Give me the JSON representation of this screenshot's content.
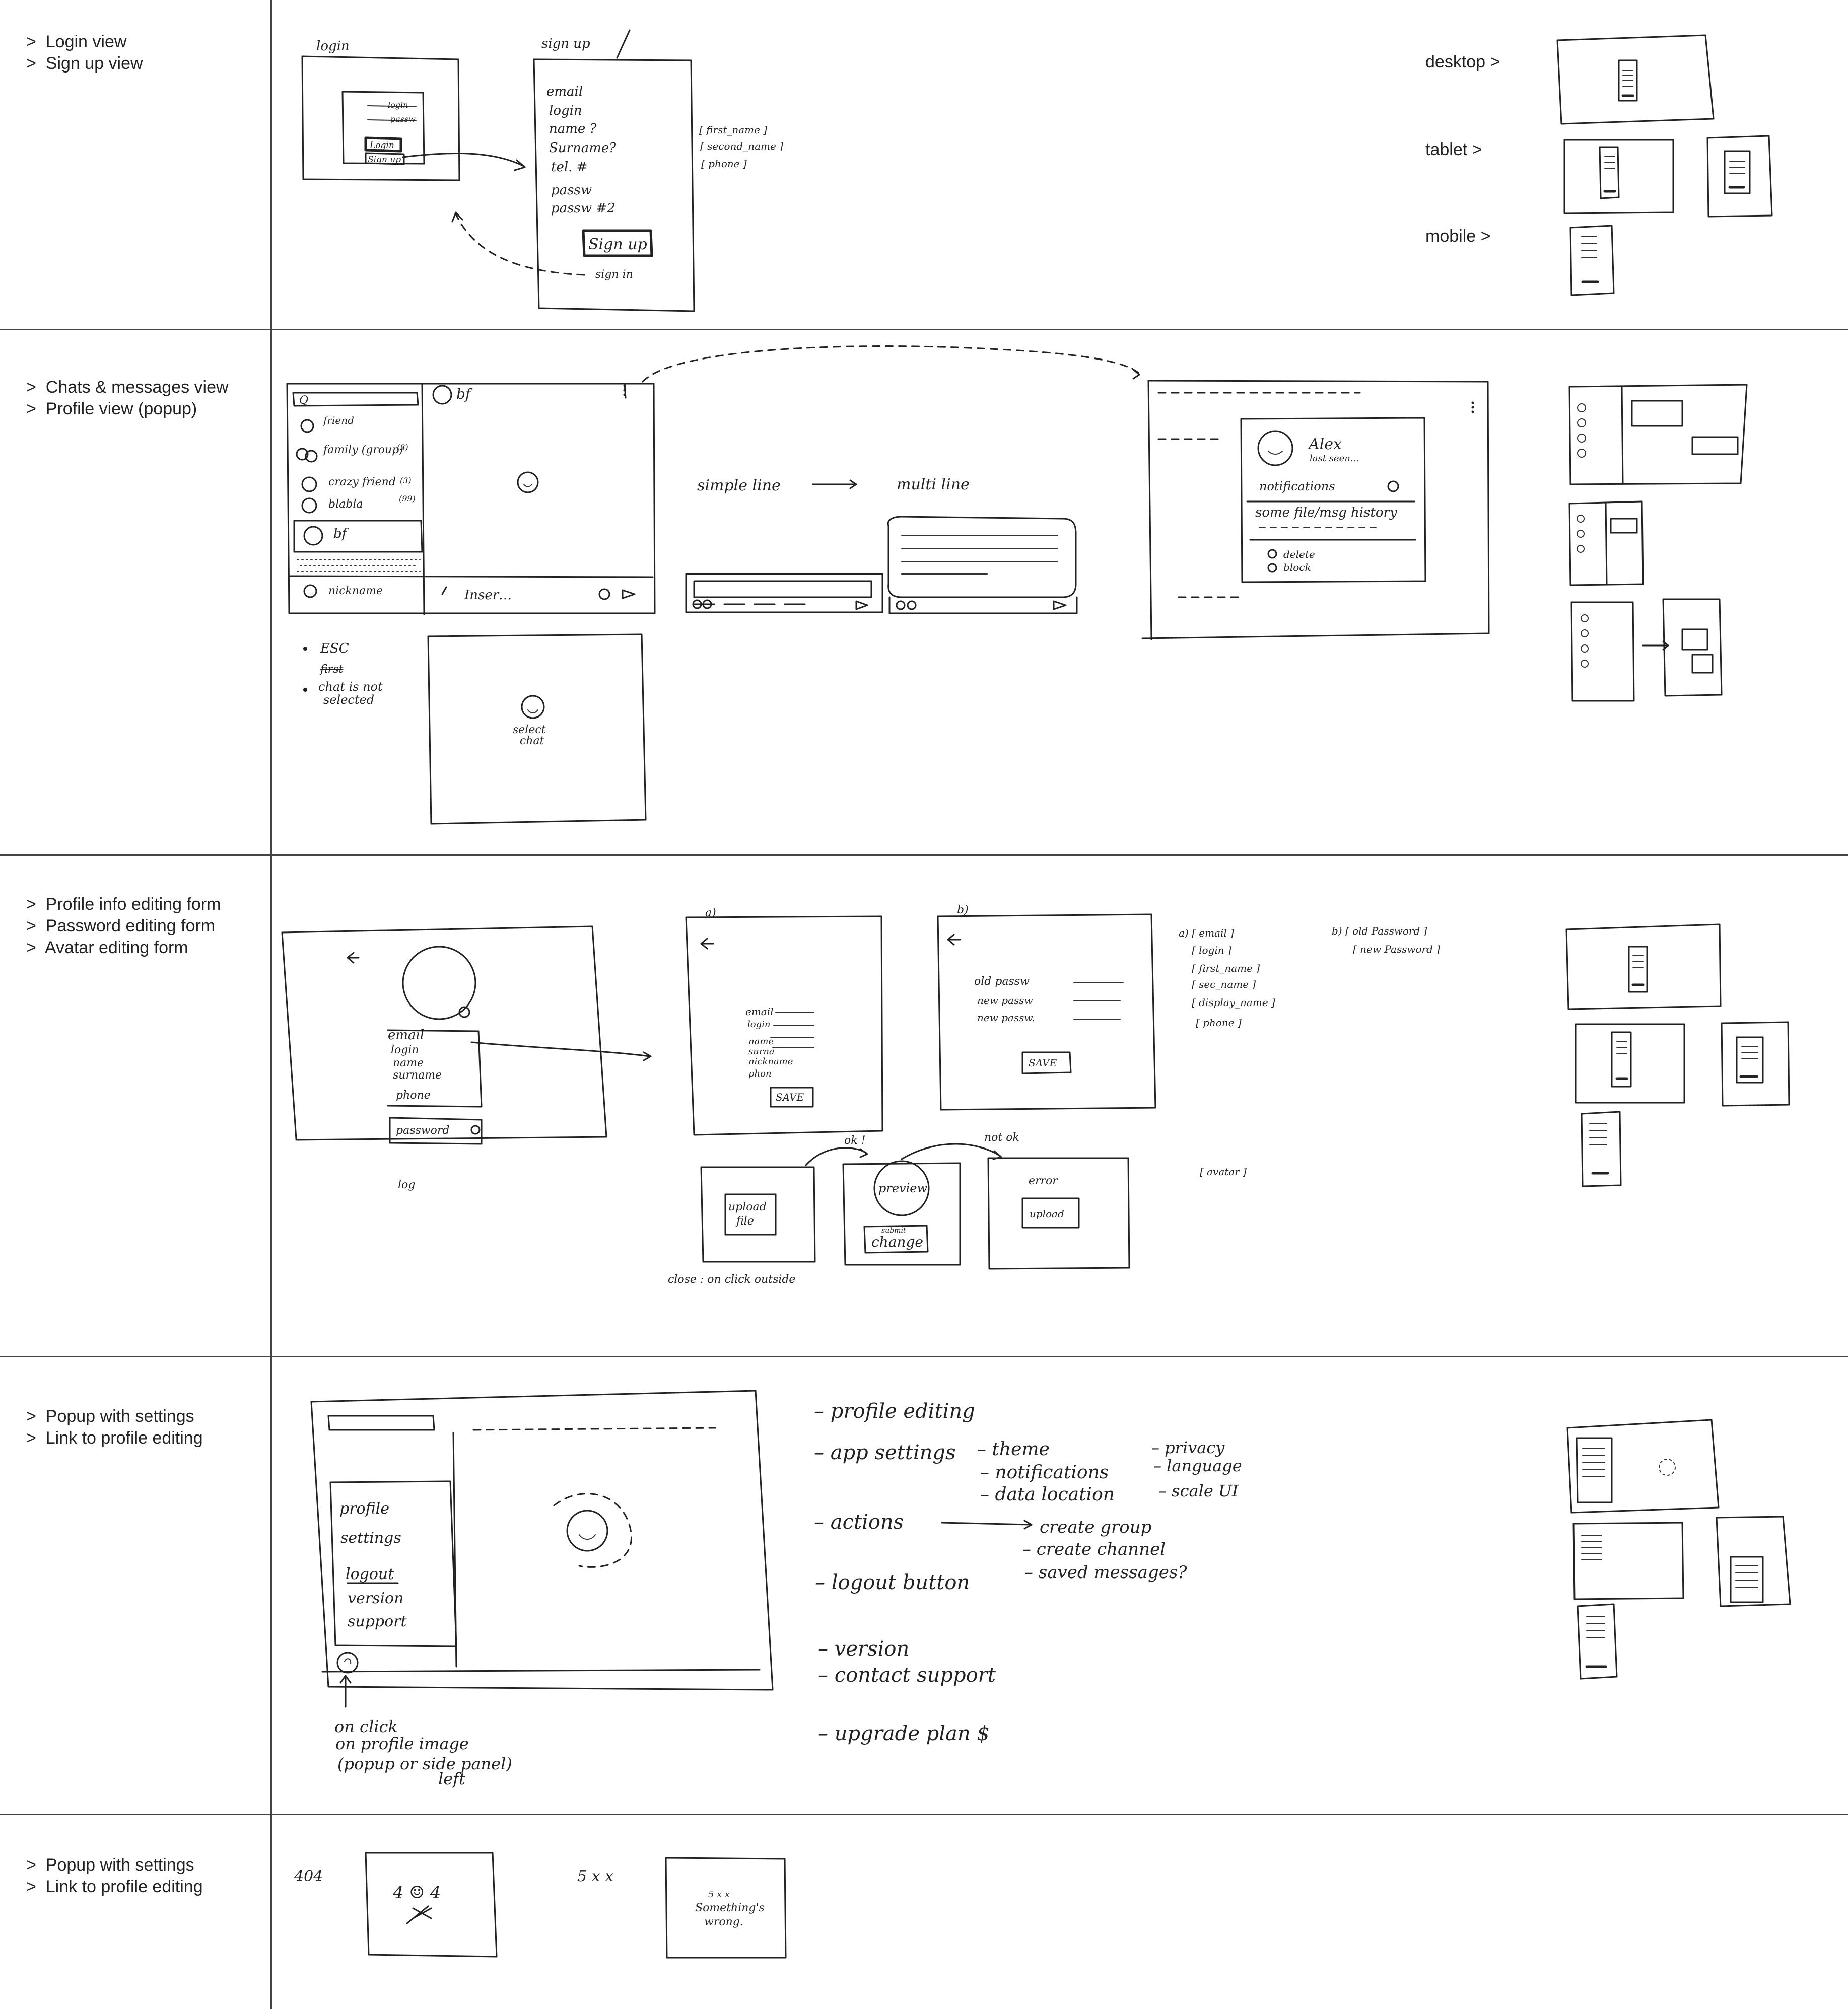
{
  "sections": [
    {
      "labels": [
        "Login view",
        "Sign up view"
      ]
    },
    {
      "labels": [
        "Chats & messages view",
        "Profile view (popup)"
      ]
    },
    {
      "labels": [
        "Profile info editing form",
        "Password editing form",
        "Avatar editing form"
      ]
    },
    {
      "labels": [
        "Popup with settings",
        "Link to profile editing"
      ]
    },
    {
      "labels": [
        "Popup with settings",
        "Link to profile editing"
      ]
    }
  ],
  "bullet": ">",
  "devices": {
    "desktop": "desktop  >",
    "tablet": "tablet  >",
    "mobile": "mobile  >"
  },
  "login_sketch": {
    "title": "login",
    "login_field": "login",
    "passw_field": "passw",
    "login_btn": "Login",
    "signup_btn": "Sign up"
  },
  "signup_sketch": {
    "title": "sign up",
    "fields": [
      "email",
      "login",
      "name ?",
      "Surname?",
      "tel. #",
      "passw",
      "passw #2"
    ],
    "button": "Sign up",
    "signin": "sign in",
    "params": [
      "[ first_name ]",
      "[ second_name ]",
      "[ phone ]"
    ]
  },
  "chats_sketch": {
    "search": "Q",
    "contacts": [
      "friend",
      "family (group)",
      "crazy friend",
      "blabla"
    ],
    "counts": [
      "(3)",
      "(3)",
      "(99)"
    ],
    "active": "bf",
    "header": "bf",
    "nickname": "nickname",
    "input": "Inser…",
    "notes": [
      "ESC",
      "first",
      "chat is not",
      "selected"
    ],
    "empty": [
      "select",
      "chat"
    ],
    "line_simple": "simple line",
    "line_multi": "multi line"
  },
  "profile_popup": {
    "name": "Alex",
    "status": "last seen…",
    "notifications": "notifications",
    "history": "some file/msg history",
    "delete": "delete",
    "block": "block"
  },
  "profile_edit": {
    "fields": [
      "email",
      "login",
      "name",
      "surname",
      "phone"
    ],
    "password": "password",
    "logout": "log",
    "label_a": "a)",
    "label_b": "b)",
    "form_a": [
      "email",
      "login",
      "name",
      "surna",
      "nickname",
      "phon"
    ],
    "form_a_button": "SAVE",
    "form_b": [
      "old passw",
      "new passw",
      "new passw."
    ],
    "form_b_button": "SAVE",
    "params_a": [
      "a) [ email ]",
      "[ login ]",
      "[ first_name ]",
      "[ sec_name ]",
      "[ display_name ]",
      "[ phone ]"
    ],
    "params_b": [
      "b) [ old Password ]",
      "[ new Password ]"
    ],
    "avatar_param": "[ avatar ]",
    "ok": "ok !",
    "not_ok": "not ok",
    "upload": [
      "upload",
      "file"
    ],
    "preview": "preview",
    "submit": "submit",
    "change": "change",
    "error": "error",
    "upload_btn": "upload",
    "close": "close :  on click outside"
  },
  "settings_sketch": {
    "menu": [
      "profile",
      "settings",
      "logout",
      "version",
      "support"
    ],
    "note": [
      "on click",
      "on profile image",
      "(popup or side panel)",
      "left"
    ],
    "list": [
      "– profile editing",
      "– app settings",
      "– actions",
      "– logout  button",
      "– version",
      "– contact  support",
      "– upgrade plan $"
    ],
    "app_settings": [
      "– theme",
      "– notifications",
      "– data location"
    ],
    "app_settings_2": [
      "– privacy",
      "– language",
      "– scale UI"
    ],
    "actions": [
      "create group",
      "– create channel",
      "– saved messages?"
    ]
  },
  "errors": {
    "code_404": "404",
    "code_5xx": "5 x x",
    "face_404": "4 ☺ 4",
    "msg_5xx": [
      "5 x x",
      "Something's",
      "wrong."
    ]
  }
}
